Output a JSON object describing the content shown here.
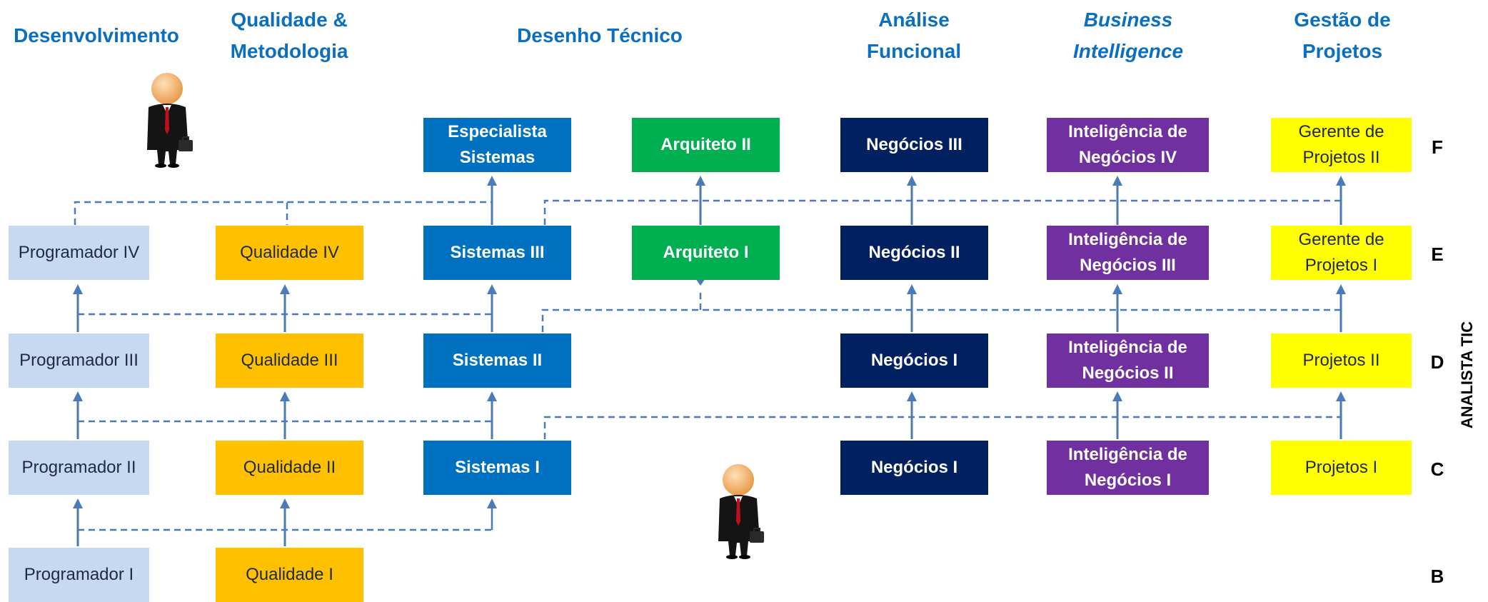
{
  "headers": {
    "desenvolvimento": "Desenvolvimento",
    "qualidade_l1": "Qualidade &",
    "qualidade_l2": "Metodologia",
    "desenho": "Desenho Técnico",
    "analise_l1": "Análise",
    "analise_l2": "Funcional",
    "bi_l1": "Business",
    "bi_l2": "Intelligence",
    "gestao_l1": "Gestão de",
    "gestao_l2": "Projetos"
  },
  "levels": {
    "F": "F",
    "E": "E",
    "D": "D",
    "C": "C",
    "B": "B"
  },
  "side_label": "ANALISTA TIC",
  "colors": {
    "header": "#0b6fc0",
    "light_blue": "#c6d9f0",
    "orange": "#ffc000",
    "blue": "#0070c0",
    "green": "#00b050",
    "navy": "#002060",
    "purple": "#7030a0",
    "yellow": "#ffff00",
    "connector": "#4a7ab8"
  },
  "roles": {
    "programador_iv": "Programador IV",
    "programador_iii": "Programador III",
    "programador_ii": "Programador II",
    "programador_i": "Programador I",
    "qualidade_iv": "Qualidade IV",
    "qualidade_iii": "Qualidade III",
    "qualidade_ii": "Qualidade II",
    "qualidade_i": "Qualidade I",
    "especialista_l1": "Especialista",
    "especialista_l2": "Sistemas",
    "sistemas_iii": "Sistemas III",
    "sistemas_ii": "Sistemas II",
    "sistemas_i": "Sistemas I",
    "arquiteto_ii": "Arquiteto II",
    "arquiteto_i": "Arquiteto I",
    "negocios_iii": "Negócios III",
    "negocios_ii": "Negócios II",
    "negocios_i_d": "Negócios I",
    "negocios_i_c": "Negócios I",
    "bi_prefix": "Inteligência de",
    "bi_iv": "Negócios IV",
    "bi_iii": "Negócios III",
    "bi_ii": "Negócios II",
    "bi_i": "Negócios I",
    "gerente_f_l1": "Gerente de",
    "gerente_f_l2": "Projetos II",
    "gerente_e_l1": "Gerente de",
    "gerente_e_l2": "Projetos I",
    "projetos_ii": "Projetos II",
    "projetos_i": "Projetos I"
  },
  "icons": [
    "businessman-icon",
    "businessman-icon"
  ]
}
